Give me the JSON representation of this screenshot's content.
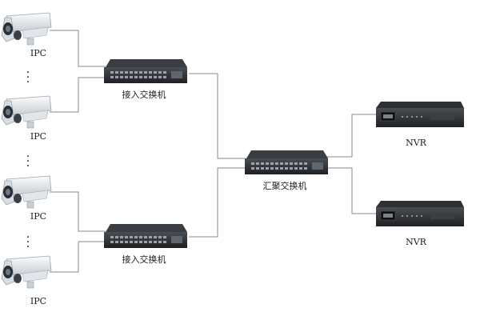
{
  "labels": {
    "ipc": "IPC",
    "access_switch": "接入交换机",
    "core_switch": "汇聚交换机",
    "nvr": "NVR"
  },
  "icons": {
    "camera": "ip-camera-icon",
    "access_switch": "access-switch-icon",
    "core_switch": "core-switch-icon",
    "nvr": "nvr-recorder-icon",
    "ellipsis": "vertical-ellipsis-icon"
  },
  "colors": {
    "line": "#8a8a8a",
    "device_dark": "#2b2d30",
    "camera_body": "#e9ecef"
  }
}
